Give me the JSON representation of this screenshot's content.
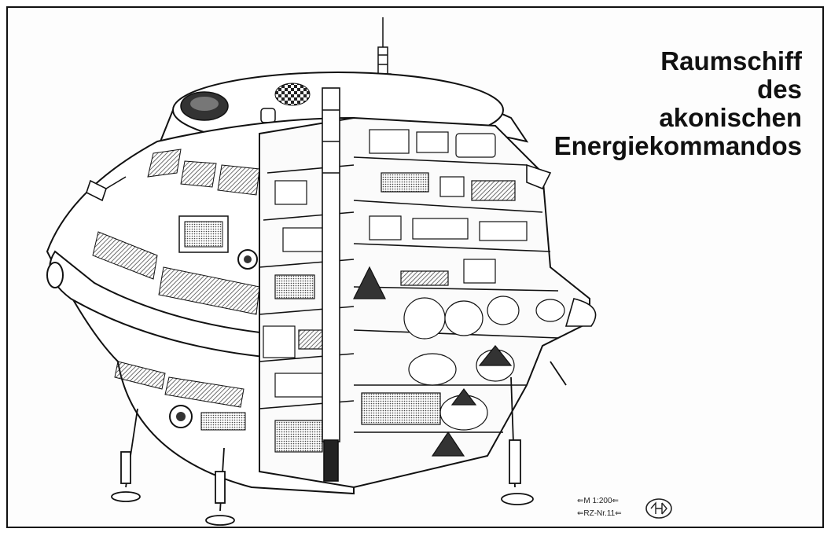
{
  "title_lines": [
    "Raumschiff",
    "des",
    "akonischen",
    "Energiekommandos"
  ],
  "stamp": {
    "scale": "M 1:200",
    "rz": "RZ-Nr.11"
  }
}
